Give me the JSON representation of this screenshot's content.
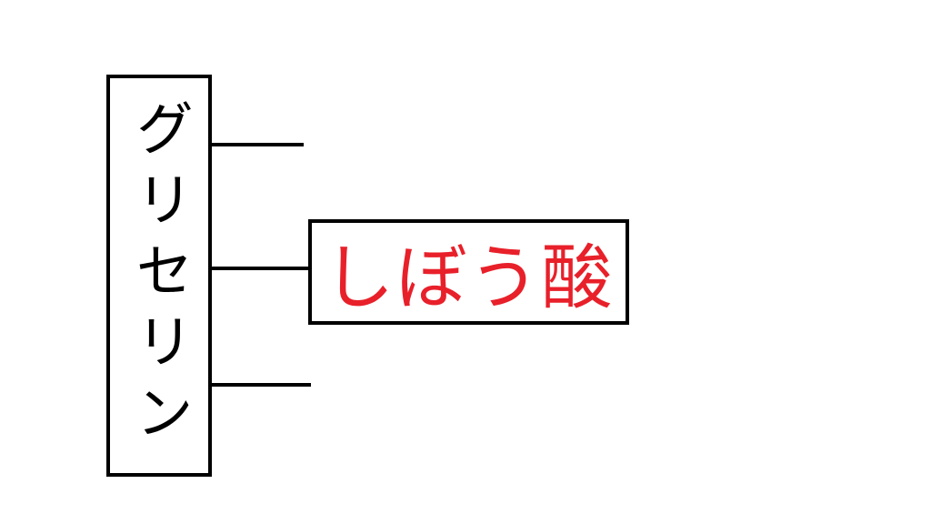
{
  "glycerin": {
    "label_chars": [
      "グ",
      "リ",
      "セ",
      "リ",
      "ン"
    ],
    "label": "グリセリン"
  },
  "fatty_acid": {
    "label": "しぼう酸",
    "color": "#e8202a"
  }
}
